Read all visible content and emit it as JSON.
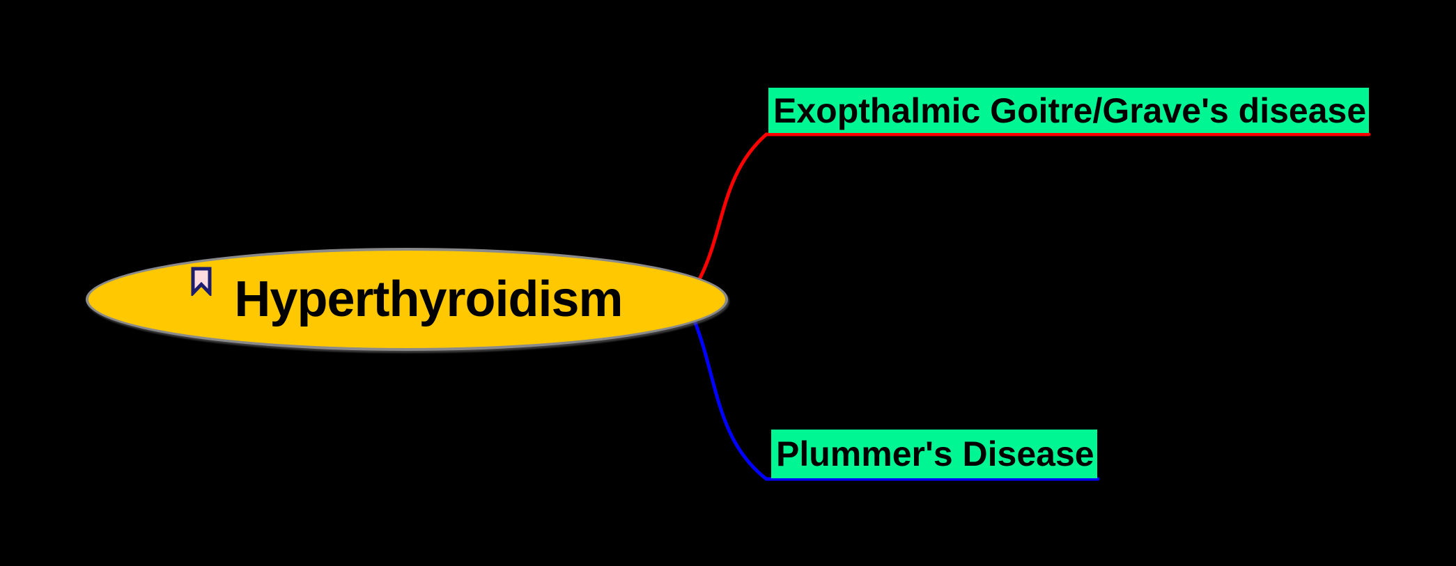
{
  "diagram": {
    "type": "mindmap",
    "root": {
      "label": "Hyperthyroidism",
      "icon": "bookmark-icon"
    },
    "children": [
      {
        "label": "Exopthalmic Goitre/Grave's disease",
        "position": "top-right",
        "branch_color": "#ff0000"
      },
      {
        "label": "Plummer's Disease",
        "position": "bottom-right",
        "branch_color": "#0000ff"
      }
    ]
  },
  "colors": {
    "background": "#000000",
    "root_fill": "#ffc800",
    "root_border": "#8a8a8a",
    "node_highlight": "#00f593",
    "branch_top": "#ff0000",
    "branch_bottom": "#0000ff",
    "bookmark_outline": "#1d1d70",
    "bookmark_fill": "#ffdbe0",
    "text": "#000000"
  }
}
